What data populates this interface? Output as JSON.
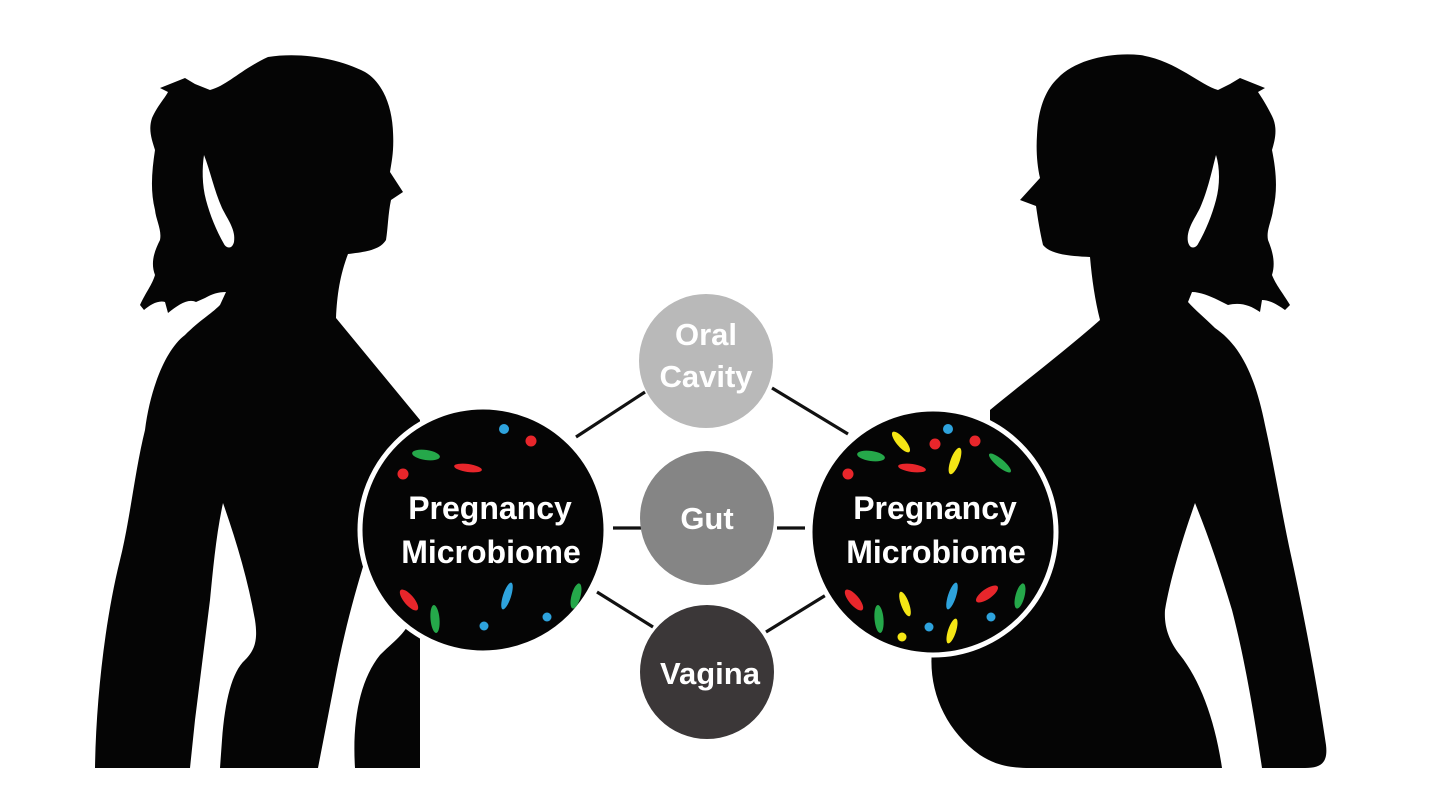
{
  "diagram": {
    "colors": {
      "background": "#ffffff",
      "silhouette": "#050505",
      "microbiome_fill": "#050505",
      "microbiome_ring": "#ffffff",
      "oral_cavity": "#b9b9b9",
      "gut": "#858585",
      "vagina": "#3b3738",
      "connector": "#111111",
      "bacteria_red": "#e8262b",
      "bacteria_green": "#25a84a",
      "bacteria_blue": "#2ea3dd",
      "bacteria_yellow": "#f5e615"
    },
    "left_figure": {
      "description": "non-pregnant woman silhouette facing right",
      "microbiome": {
        "line1": "Pregnancy",
        "line2": "Microbiome"
      }
    },
    "right_figure": {
      "description": "pregnant woman silhouette facing left",
      "microbiome": {
        "line1": "Pregnancy",
        "line2": "Microbiome"
      }
    },
    "body_sites": [
      {
        "id": "oral",
        "line1": "Oral",
        "line2": "Cavity"
      },
      {
        "id": "gut",
        "line1": "Gut"
      },
      {
        "id": "vagina",
        "line1": "Vagina"
      }
    ]
  }
}
